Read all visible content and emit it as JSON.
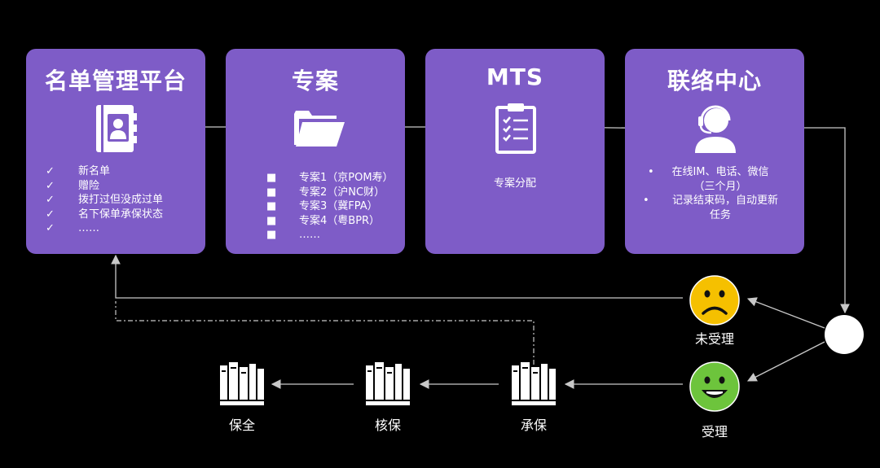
{
  "cards": [
    {
      "title": "名单管理平台",
      "icon": "contact-book-icon",
      "items": [
        "新名单",
        "赠险",
        "拨打过但没成过单",
        "名下保单承保状态",
        "……"
      ]
    },
    {
      "title": "专案",
      "icon": "folder-icon",
      "items": [
        "专案1（京POM寿）",
        "专案2（沪NC财）",
        "专案3（冀FPA）",
        "专案4（粤BPR）",
        "……"
      ]
    },
    {
      "title": "MTS",
      "icon": "clipboard-checklist-icon",
      "text": "专案分配"
    },
    {
      "title": "联络中心",
      "icon": "headset-agent-icon",
      "items": [
        "在线IM、电话、微信",
        "（三个月）",
        "记录结束码，自动更新",
        "任务"
      ]
    }
  ],
  "outcomes": {
    "not_accepted": "未受理",
    "accepted": "受理"
  },
  "steps": [
    "保全",
    "核保",
    "承保"
  ],
  "colors": {
    "card": "#7e5cc7",
    "sad_face": "#f5c000",
    "happy_face": "#6dc43c",
    "background": "#000000"
  }
}
